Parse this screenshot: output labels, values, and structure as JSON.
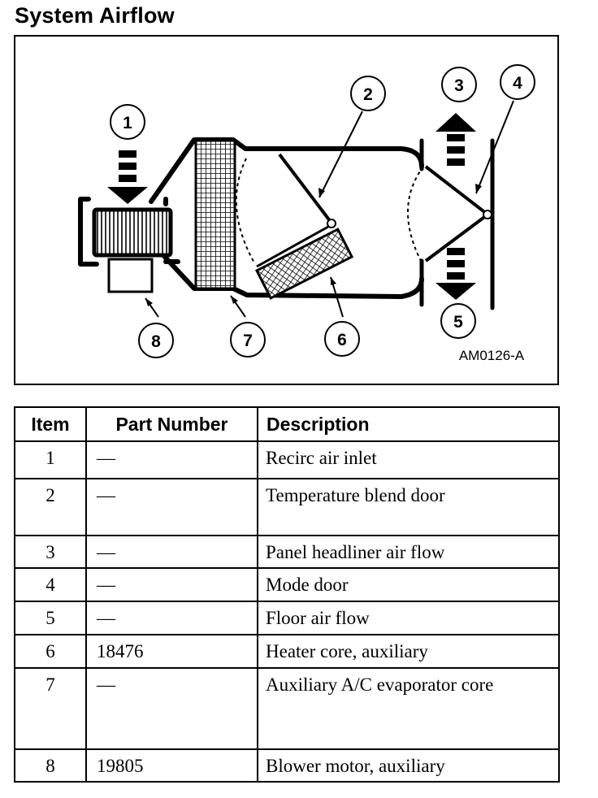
{
  "title": "System Airflow",
  "diagram": {
    "figure_id": "AM0126-A",
    "callouts": [
      "1",
      "2",
      "3",
      "4",
      "5",
      "6",
      "7",
      "8"
    ]
  },
  "table": {
    "headers": {
      "item": "Item",
      "part_number": "Part Number",
      "description": "Description"
    },
    "rows": [
      {
        "item": "1",
        "part_number": "—",
        "description": "Recirc air inlet"
      },
      {
        "item": "2",
        "part_number": "—",
        "description": "Temperature blend door"
      },
      {
        "item": "3",
        "part_number": "—",
        "description": "Panel headliner air flow"
      },
      {
        "item": "4",
        "part_number": "—",
        "description": "Mode door"
      },
      {
        "item": "5",
        "part_number": "—",
        "description": "Floor air flow"
      },
      {
        "item": "6",
        "part_number": "18476",
        "description": "Heater core, auxiliary"
      },
      {
        "item": "7",
        "part_number": "—",
        "description": "Auxiliary A/C evaporator core"
      },
      {
        "item": "8",
        "part_number": "19805",
        "description": "Blower motor, auxiliary"
      }
    ]
  }
}
